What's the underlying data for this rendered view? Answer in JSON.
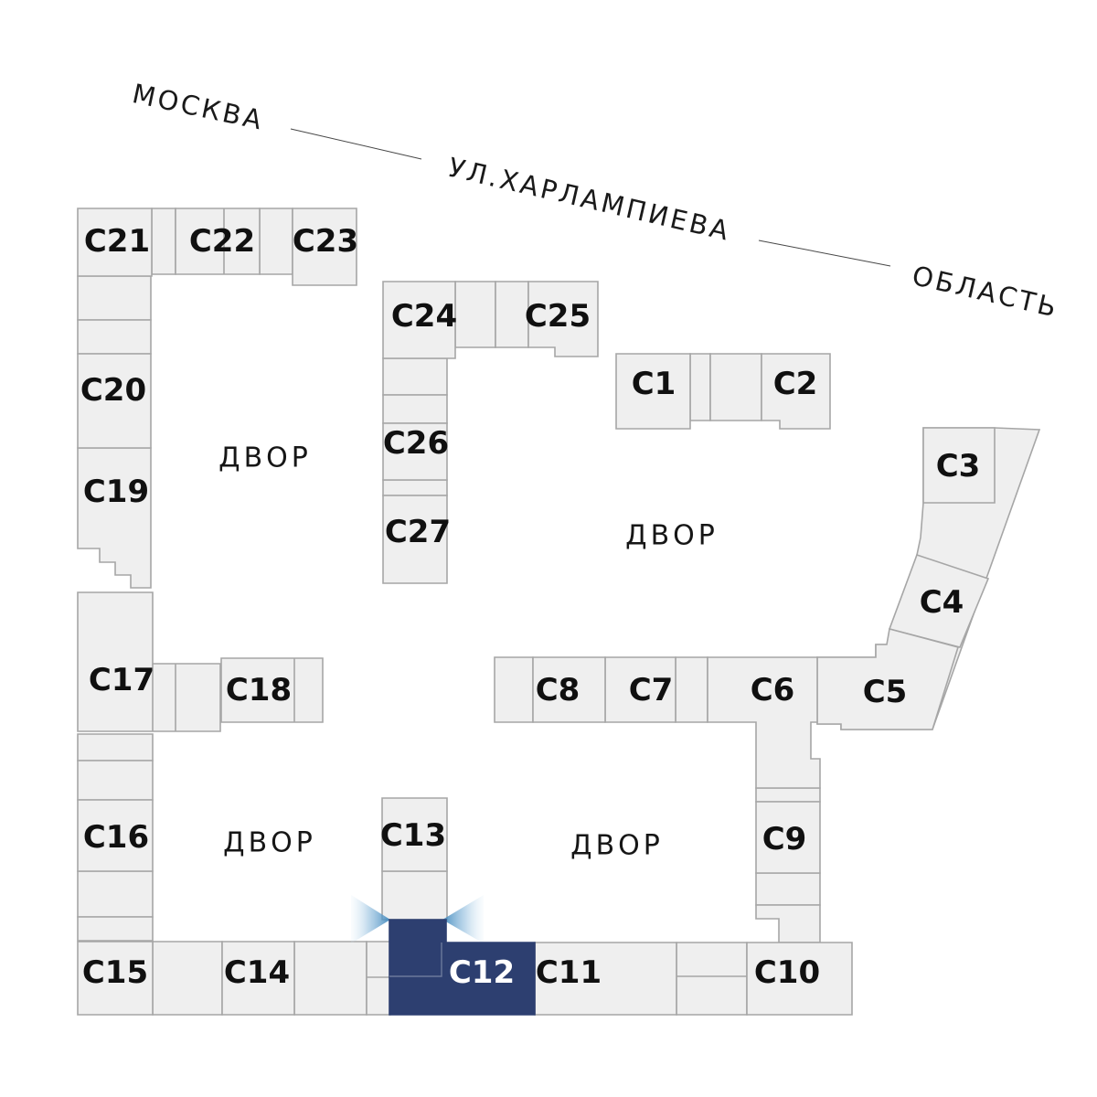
{
  "street_labels": {
    "moskva": "МОСКВА",
    "street": "УЛ.ХАРЛАМПИЕВА",
    "oblast": "ОБЛАСТЬ"
  },
  "courtyards": [
    "ДВОР",
    "ДВОР",
    "ДВОР",
    "ДВОР"
  ],
  "buildings": [
    {
      "id": "c1",
      "label": "С1"
    },
    {
      "id": "c2",
      "label": "С2"
    },
    {
      "id": "c3",
      "label": "С3"
    },
    {
      "id": "c4",
      "label": "С4"
    },
    {
      "id": "c5",
      "label": "С5"
    },
    {
      "id": "c6",
      "label": "С6"
    },
    {
      "id": "c7",
      "label": "С7"
    },
    {
      "id": "c8",
      "label": "С8"
    },
    {
      "id": "c9",
      "label": "С9"
    },
    {
      "id": "c10",
      "label": "С10"
    },
    {
      "id": "c11",
      "label": "С11"
    },
    {
      "id": "c12",
      "label": "С12"
    },
    {
      "id": "c13",
      "label": "С13"
    },
    {
      "id": "c14",
      "label": "С14"
    },
    {
      "id": "c15",
      "label": "С15"
    },
    {
      "id": "c16",
      "label": "С16"
    },
    {
      "id": "c17",
      "label": "С17"
    },
    {
      "id": "c18",
      "label": "С18"
    },
    {
      "id": "c19",
      "label": "С19"
    },
    {
      "id": "c20",
      "label": "С20"
    },
    {
      "id": "c21",
      "label": "С21"
    },
    {
      "id": "c22",
      "label": "С22"
    },
    {
      "id": "c23",
      "label": "С23"
    },
    {
      "id": "c24",
      "label": "С24"
    },
    {
      "id": "c25",
      "label": "С25"
    },
    {
      "id": "c26",
      "label": "С26"
    },
    {
      "id": "c27",
      "label": "С27"
    }
  ],
  "selected": {
    "id": "c12",
    "label": "С12"
  },
  "colors": {
    "building_fill": "#efefef",
    "building_stroke": "#a6a6a6",
    "selected_fill": "#2d3f70",
    "selected_label": "#ffffff",
    "label": "#101010",
    "ray_blue": "#4a90c2"
  }
}
